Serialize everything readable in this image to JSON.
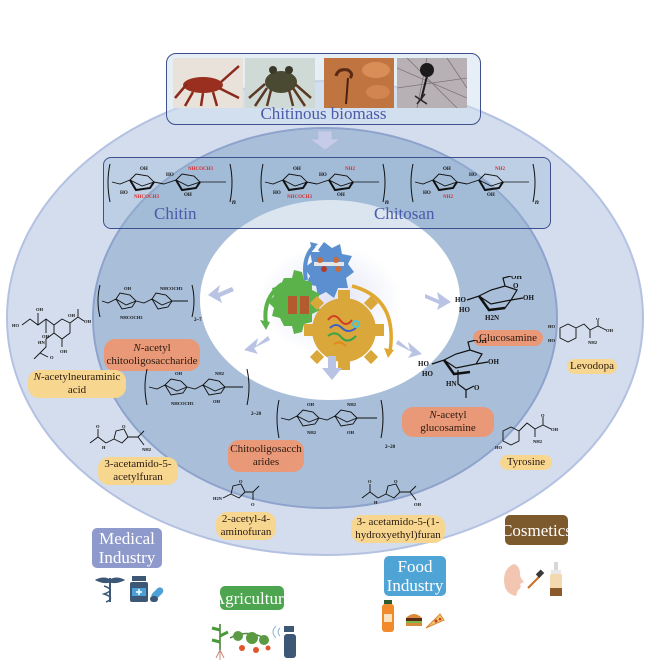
{
  "colors": {
    "outer_ring": "#d3ddee",
    "middle_ring": "#b5c8de",
    "inner_ring": "#a6bdd8",
    "center": "#ffffff",
    "box_border": "#3d4f8c",
    "title_text": "#4a5bab",
    "orange_pill": "#e99878",
    "yellow_pill": "#f7d690",
    "medical": "#8e9acb",
    "agriculture": "#4ea54f",
    "food": "#4fa4d6",
    "cosmetics": "#7d5a2e",
    "gear_blue": "#5b8fcf",
    "gear_green": "#5bb14a",
    "gear_gold": "#d9a73a",
    "arrow": "#b9c3e3",
    "substituent_red": "#d92b2b"
  },
  "biomass": {
    "label": "Chitinous biomass",
    "photos": [
      "crayfish-photo",
      "crab-photo",
      "mushroom-photo",
      "fungal-mycelium-photo"
    ]
  },
  "polymers": {
    "chitin_label": "Chitin",
    "chitosan_label": "Chitosan",
    "repeat_subscript": "n",
    "substituents": {
      "acetamido": "NHCOCH3",
      "amino": "NH2",
      "hydroxyl": "OH",
      "ho": "HO"
    }
  },
  "products": {
    "nacos": {
      "prefix": "N",
      "rest": "-acetyl",
      "line2": "chitooligosaccharide",
      "repeat": "2~7"
    },
    "cos": {
      "line1": "Chitooligosacch",
      "line2": "arides",
      "repeat": "2~20",
      "repeat_left": "2~20"
    },
    "glucosamine": {
      "label": "Glucosamine"
    },
    "glcnac": {
      "prefix": "N",
      "rest": "-acetyl",
      "line2": "glucosamine"
    }
  },
  "derivatives": {
    "neu5ac": {
      "prefix": "N",
      "rest": "-acetylneuraminic",
      "line2": "acid"
    },
    "levodopa": {
      "label": "Levodopa"
    },
    "tyrosine": {
      "label": "Tyrosine"
    },
    "aaf": {
      "line1": "3-acetamido-5-",
      "line2": "acetylfuran"
    },
    "aaminofuran": {
      "line1": "2-acetyl-4-",
      "line2": "aminofuran"
    },
    "ahef": {
      "line1": "3- acetamido-5-(1-",
      "line2": "hydroxyethyl)furan"
    }
  },
  "industries": {
    "medical": {
      "line1": "Medical",
      "line2": "Industry",
      "icons": [
        "caduceus-icon",
        "medicine-bottle-icon",
        "capsule-icon"
      ]
    },
    "agriculture": {
      "label": "Agriculture",
      "icons": [
        "plant-icon",
        "crop-icon",
        "spray-bottle-icon"
      ]
    },
    "food": {
      "line1": "Food",
      "line2": "Industry",
      "icons": [
        "juice-bottle-icon",
        "burger-icon",
        "pizza-icon"
      ]
    },
    "cosmetics": {
      "label": "Cosmetics",
      "icons": [
        "face-icon",
        "dropper-icon",
        "serum-bottle-icon"
      ]
    }
  },
  "chem_text": {
    "oh": "OH",
    "ho": "HO",
    "nh2": "NH2",
    "h2n": "H2N",
    "hn": "HN",
    "o": "O",
    "h": "H",
    "nhcoch3": "NHCOCH3"
  }
}
